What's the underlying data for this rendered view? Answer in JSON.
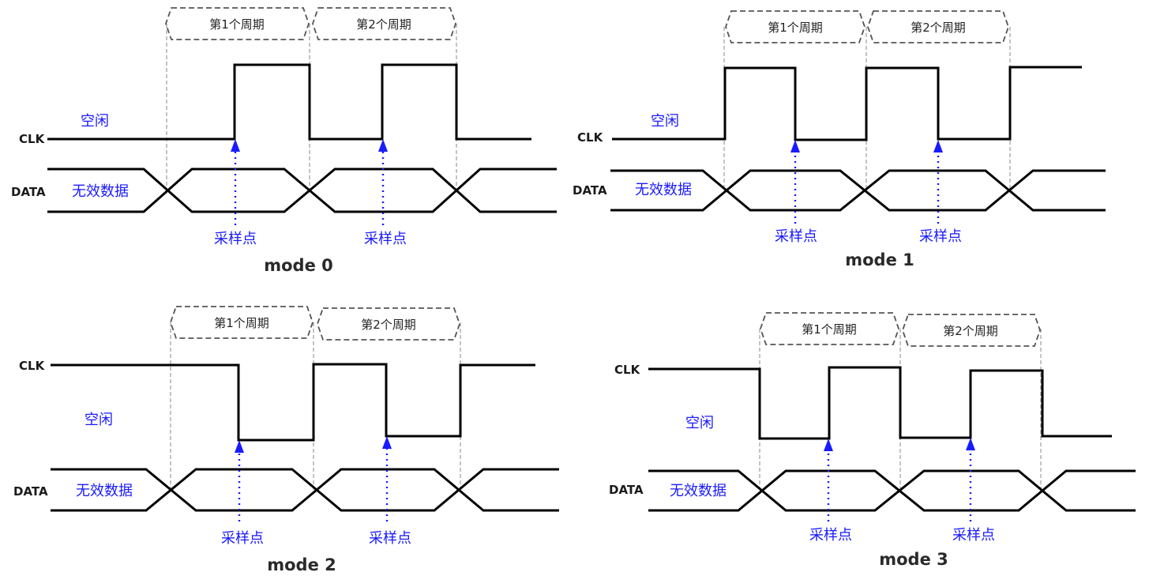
{
  "colors": {
    "wave": "#000000",
    "label_blue": "#1a1aff",
    "guide": "#8a8a8a"
  },
  "labels": {
    "clk": "CLK",
    "data": "DATA",
    "idle": "空闲",
    "invalid_data": "无效数据",
    "sample_point": "采样点",
    "period_1": "第1个周期",
    "period_2": "第2个周期"
  },
  "panels": [
    {
      "title": "mode 0",
      "cpol": 0,
      "cpha": 0
    },
    {
      "title": "mode 1",
      "cpol": 0,
      "cpha": 1
    },
    {
      "title": "mode 2",
      "cpol": 1,
      "cpha": 0
    },
    {
      "title": "mode 3",
      "cpol": 1,
      "cpha": 1
    }
  ]
}
